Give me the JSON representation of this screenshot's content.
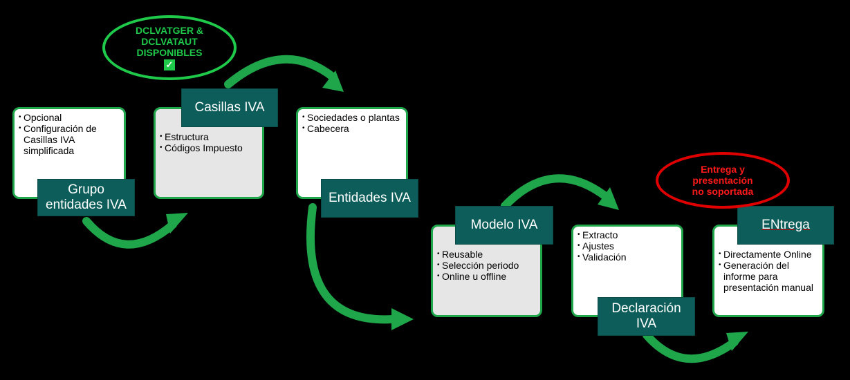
{
  "steps": [
    {
      "label": "Grupo\nentidades IVA",
      "items": [
        "Opcional",
        "Configuración de Casillas IVA simplificada"
      ]
    },
    {
      "label": "Casillas IVA",
      "items": [
        "Estructura",
        "Códigos Impuesto"
      ]
    },
    {
      "label": "Entidades IVA",
      "items": [
        "Sociedades o plantas",
        "Cabecera"
      ]
    },
    {
      "label": "Modelo IVA",
      "items": [
        "Reusable",
        "Selección periodo",
        "Online u offline"
      ]
    },
    {
      "label": "Declaración\nIVA",
      "items": [
        "Extracto",
        "Ajustes",
        "Validación"
      ]
    },
    {
      "label": "ENtrega",
      "items": [
        "Directamente Online",
        "Generación del informe para presentación manual"
      ]
    }
  ],
  "callouts": {
    "available": {
      "line1": "DCLVATGER &",
      "line2": "DCLVATAUT",
      "line3": "DISPONIBLES",
      "check": "✓"
    },
    "unsupported": {
      "line1": "Entrega y",
      "line2": "presentación",
      "line3": "no soportada"
    }
  },
  "colors": {
    "arrow": "#1fa64a",
    "label_bg": "#0d5e5b",
    "box_border": "#1fa64a",
    "oval_green": "#1fc94a",
    "oval_red": "#e00000"
  }
}
